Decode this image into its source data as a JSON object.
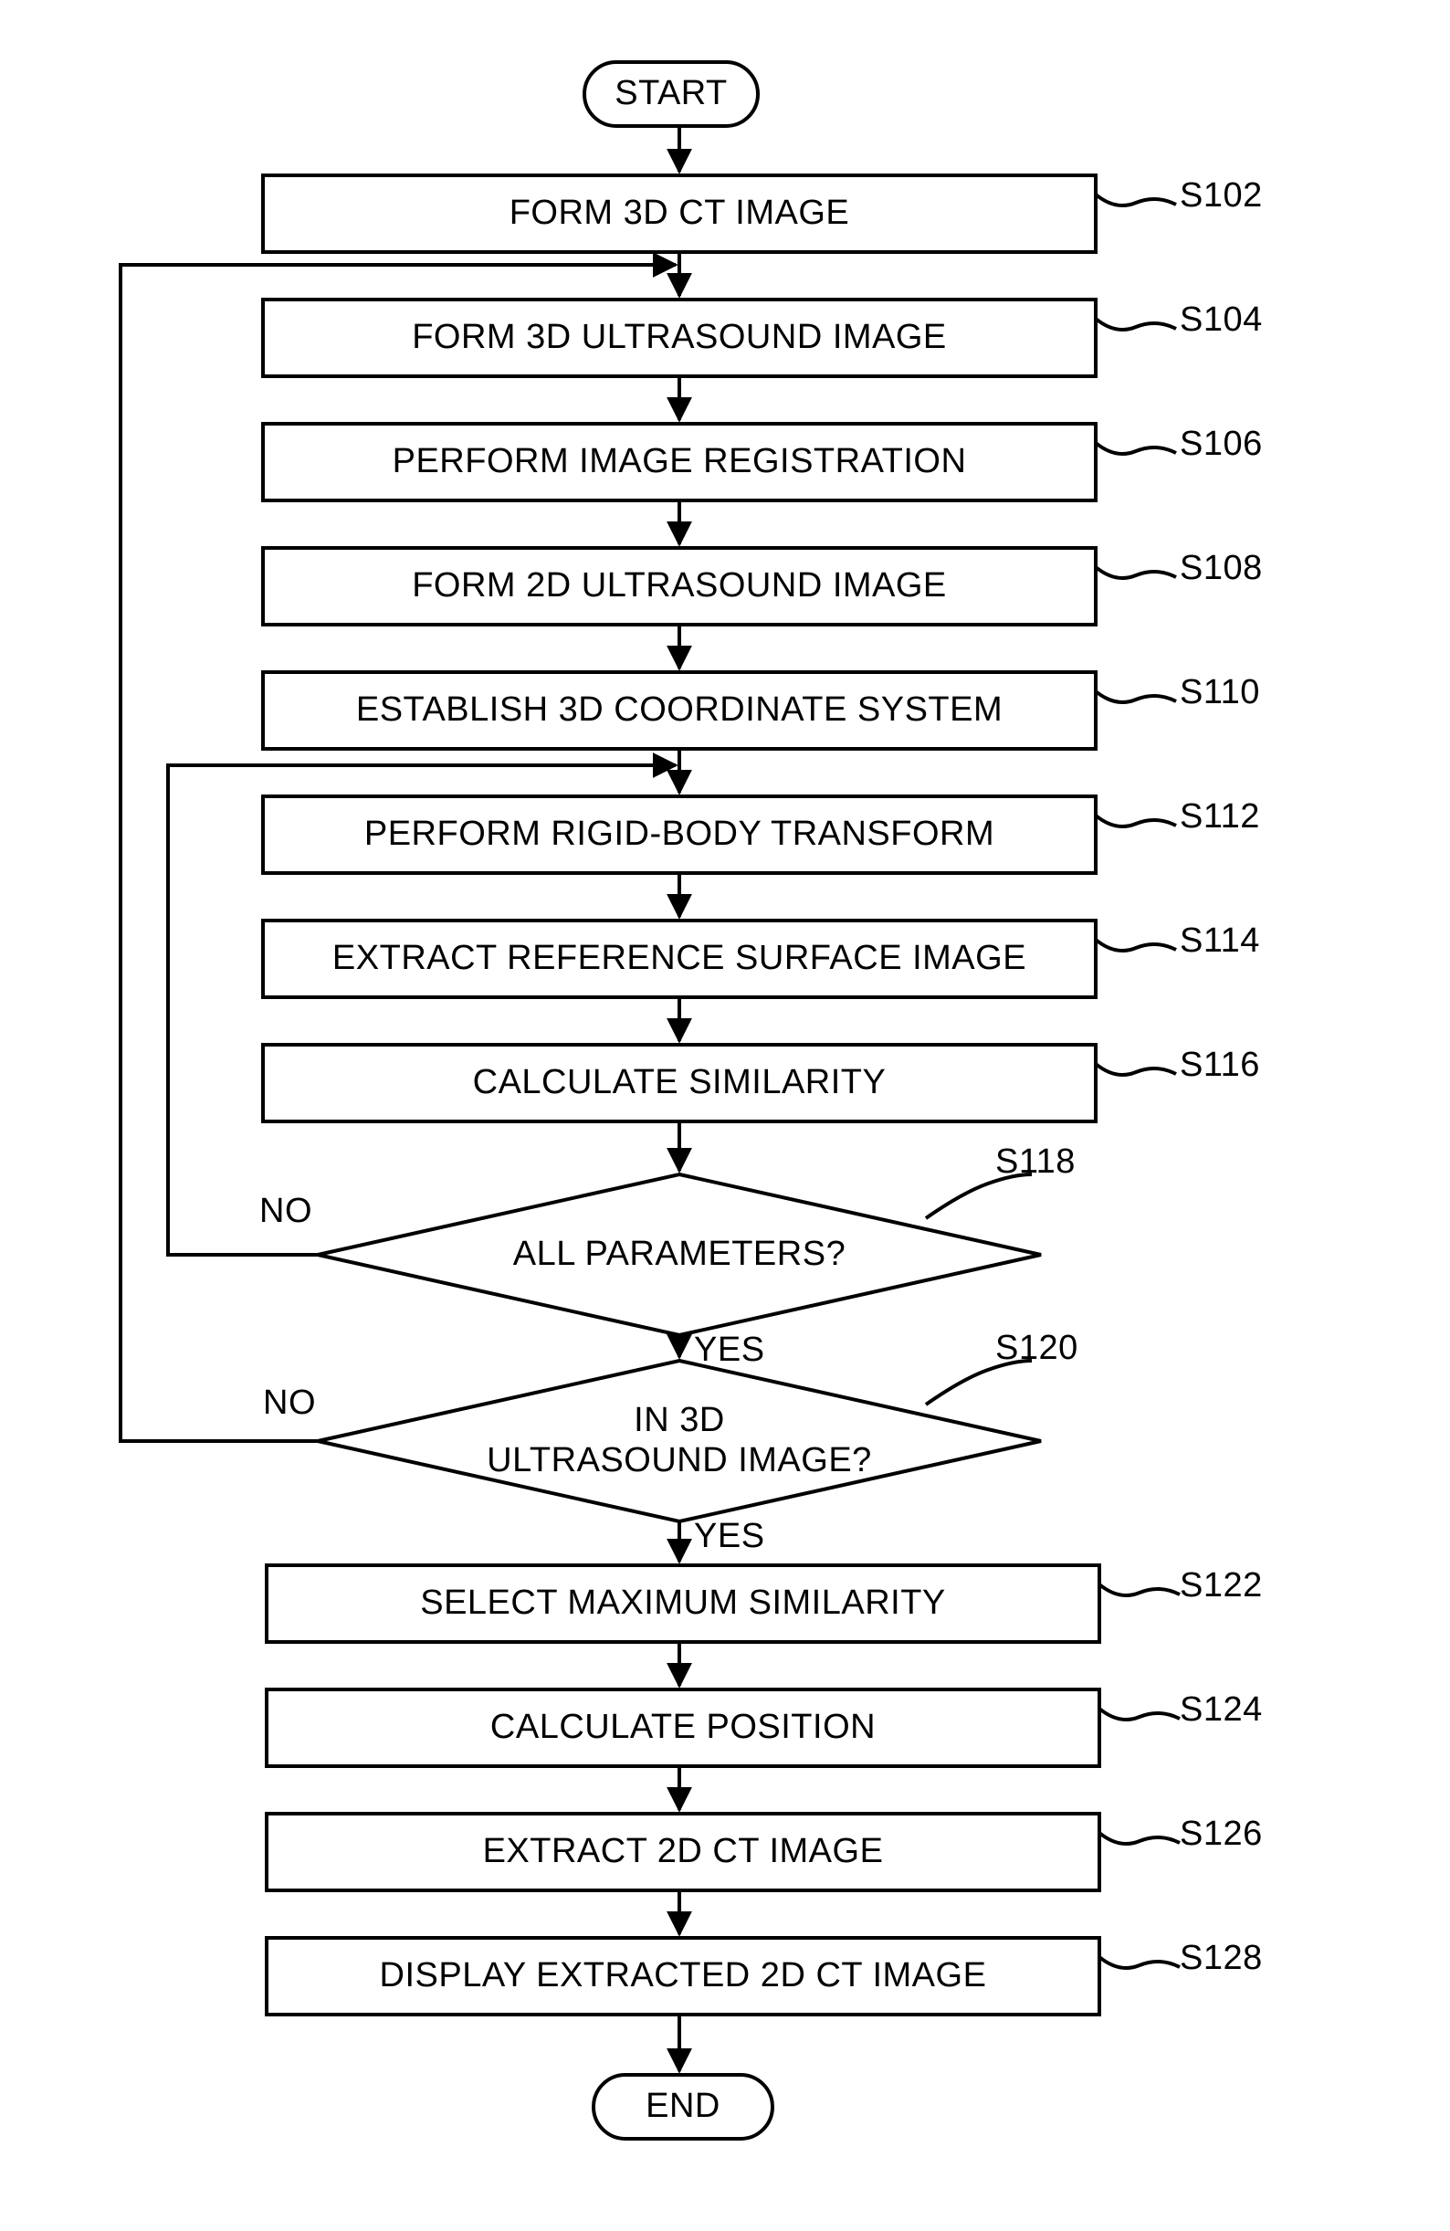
{
  "figure": {
    "type": "flowchart",
    "title": "",
    "colors": {
      "stroke": "#000000",
      "fill": "#ffffff",
      "text": "#000000"
    },
    "terminators": [
      {
        "id": "start",
        "label": "START"
      },
      {
        "id": "end",
        "label": "END"
      }
    ],
    "steps": [
      {
        "id": "s102",
        "label": "FORM 3D CT IMAGE",
        "ref": "S102"
      },
      {
        "id": "s104",
        "label": "FORM 3D ULTRASOUND IMAGE",
        "ref": "S104"
      },
      {
        "id": "s106",
        "label": "PERFORM IMAGE REGISTRATION",
        "ref": "S106"
      },
      {
        "id": "s108",
        "label": "FORM 2D ULTRASOUND IMAGE",
        "ref": "S108"
      },
      {
        "id": "s110",
        "label": "ESTABLISH 3D COORDINATE SYSTEM",
        "ref": "S110"
      },
      {
        "id": "s112",
        "label": "PERFORM RIGID-BODY TRANSFORM",
        "ref": "S112"
      },
      {
        "id": "s114",
        "label": "EXTRACT REFERENCE SURFACE IMAGE",
        "ref": "S114"
      },
      {
        "id": "s116",
        "label": "CALCULATE SIMILARITY",
        "ref": "S116"
      },
      {
        "id": "s122",
        "label": "SELECT MAXIMUM SIMILARITY",
        "ref": "S122"
      },
      {
        "id": "s124",
        "label": "CALCULATE POSITION",
        "ref": "S124"
      },
      {
        "id": "s126",
        "label": "EXTRACT 2D CT IMAGE",
        "ref": "S126"
      },
      {
        "id": "s128",
        "label": "DISPLAY EXTRACTED 2D CT IMAGE",
        "ref": "S128"
      }
    ],
    "decisions": [
      {
        "id": "s118",
        "label": "ALL PARAMETERS?",
        "ref": "S118",
        "yes": "YES",
        "no": "NO"
      },
      {
        "id": "s120",
        "label": "IN 3D\nULTRASOUND IMAGE?",
        "ref": "S120",
        "yes": "YES",
        "no": "NO"
      }
    ]
  }
}
